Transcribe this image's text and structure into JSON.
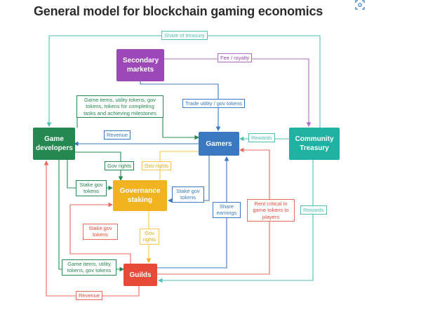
{
  "title": "General model for blockchain gaming economics",
  "icons": {
    "corner": "screenshot-scan-icon"
  },
  "colors": {
    "teal": "#4fc1b4",
    "purple": "#9d48b8",
    "blue": "#3a78c2",
    "green": "#248850",
    "gold": "#f2b320",
    "red": "#e84a3a",
    "line_gold": "#f6c94a",
    "line_red": "#ec6a5c",
    "line_purple": "#b06cc6"
  },
  "nodes": {
    "secondary_markets": "Secondary markets",
    "game_developers": "Game developers",
    "gamers": "Gamers",
    "community_treasury": "Community Treasury",
    "governance_staking": "Governance staking",
    "guilds": "Guilds"
  },
  "labels": {
    "share_of_treasury": "Share of treasury",
    "fee_royalty": "Fee / royalty",
    "trade_tokens": "Trade utility / gov tokens",
    "game_items_developers": "Game items, utility tokens, gov tokens, tokens for completing tasks and achieving milestones",
    "revenue_top": "Revenue",
    "rewards_gamers": "Rewards",
    "gov_rights_green": "Gov rights",
    "gov_rights_gold_top": "Gov rights",
    "stake_gov_tokens_green": "Stake gov tokens",
    "stake_gov_tokens_blue": "Stake gov tokens",
    "share_earnings": "Share earnings",
    "rent_critical": "Rent critical in game tokens to players",
    "rewards_guilds": "Rewards",
    "stake_gov_tokens_red": "Stake gov tokens",
    "gov_rights_gold_bottom": "Gov rights",
    "game_items_guilds": "Game items, utility tokens, gov tokens",
    "revenue_bottom": "Revenue"
  }
}
